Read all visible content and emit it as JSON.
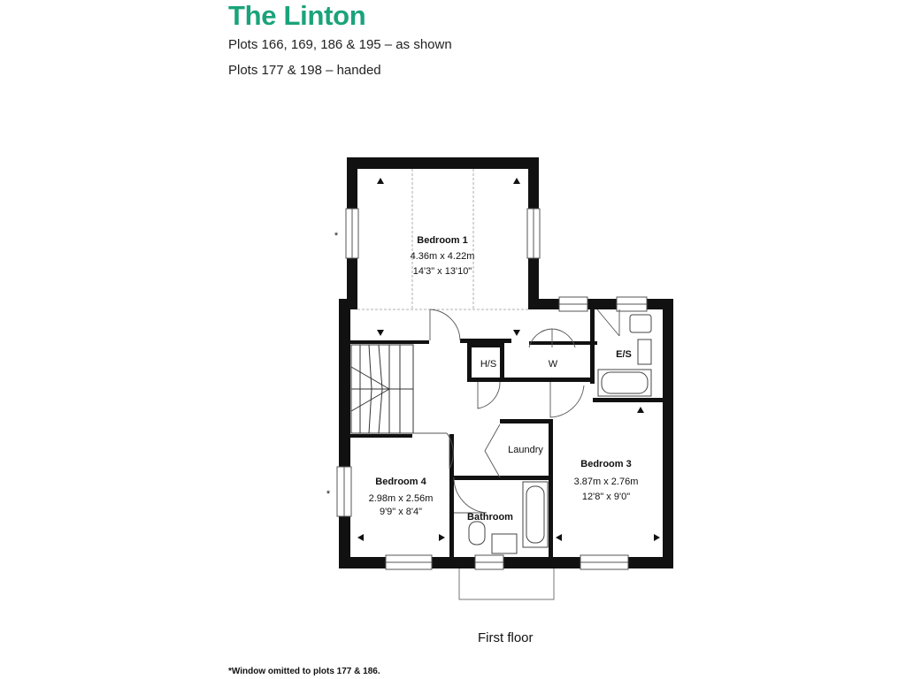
{
  "header": {
    "title": "The Linton",
    "plots_as_shown": "Plots 166, 169, 186 & 195 – as shown",
    "plots_handed": "Plots 177 & 198 – handed"
  },
  "rooms": {
    "bedroom1": {
      "name": "Bedroom 1",
      "metric": "4.36m x 4.22m",
      "imperial": "14'3\" x 13'10\""
    },
    "bedroom3": {
      "name": "Bedroom 3",
      "metric": "3.87m x 2.76m",
      "imperial": "12'8\" x 9'0\""
    },
    "bedroom4": {
      "name": "Bedroom 4",
      "metric": "2.98m x 2.56m",
      "imperial": "9'9\" x 8'4\""
    },
    "hs": {
      "name": "H/S"
    },
    "w": {
      "name": "W"
    },
    "es": {
      "name": "E/S"
    },
    "laundry": {
      "name": "Laundry"
    },
    "bathroom": {
      "name": "Bathroom"
    }
  },
  "markers": {
    "window_asterisk": "*"
  },
  "floor_label": "First floor",
  "footnote": "*Window omitted to plots 177 & 186."
}
